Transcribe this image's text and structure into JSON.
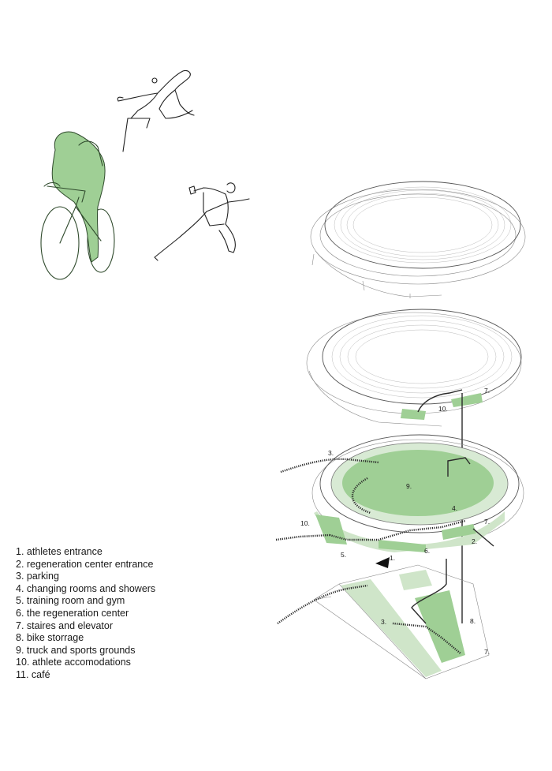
{
  "legend": [
    "1. athletes entrance",
    "2. regeneration center entrance",
    "3. parking",
    "4. changing rooms and showers",
    "5. training room and gym",
    "6. the regeneration center",
    "7. staires and elevator",
    "8. bike storrage",
    "9. truck and sports grounds",
    "10. athlete accomodations",
    "11. café"
  ],
  "callouts": {
    "top_level_7": "7.",
    "top_level_10": "10.",
    "field": "9.",
    "parking_top": "3.",
    "changing": "4.",
    "stairs_mid": "7.",
    "accommodation": "10.",
    "regen_entrance": "2.",
    "athletes_entrance": "1.",
    "training": "5.",
    "regen_center": "6.",
    "parking_bottom": "3.",
    "bike": "8.",
    "stairs_bottom": "7."
  },
  "colors": {
    "accent_green": "#9fcf95",
    "light_green": "#cfe5c9",
    "ink": "#1a1a1a"
  },
  "icons": [
    "hurdler-figure-icon",
    "cyclist-figure-icon",
    "runner-figure-icon"
  ]
}
